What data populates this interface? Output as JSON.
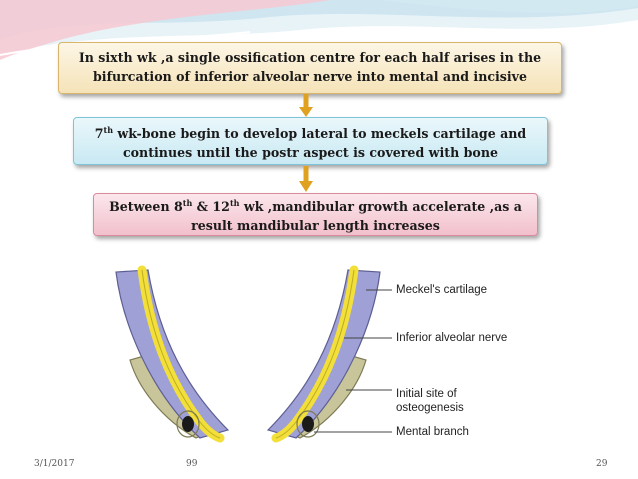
{
  "slide": {
    "box1_text": "In sixth wk ,a single ossification centre for each half arises in the bifurcation of inferior alveolar nerve into mental and incisive",
    "box2_sup": "th",
    "box2_num": "7",
    "box2_text": " wk-bone begin to develop lateral to meckels cartilage and continues until the postr  aspect is covered with bone",
    "box3_pre": "Between 8",
    "box3_sup1": "th",
    "box3_mid": " & 12",
    "box3_sup2": "th",
    "box3_post": " wk ,mandibular growth accelerate ,as a result mandibular length increases"
  },
  "diagram": {
    "labels": {
      "meckels": "Meckel's cartilage",
      "nerve": "Inferior alveolar nerve",
      "initial_line1": "Initial site of",
      "initial_line2": "osteogenesis",
      "mental": "Mental branch"
    },
    "colors": {
      "cartilage": "#9fa0d6",
      "nerve": "#f2df3a",
      "bone": "#c9c59a"
    }
  },
  "footer": {
    "date": "3/1/2017",
    "center": "99",
    "page": "29"
  },
  "colors": {
    "box1_bg": "#f5e3b8",
    "box2_bg": "#c9e9f3",
    "box3_bg": "#f2c0cc",
    "arrow": "#e0a020"
  }
}
